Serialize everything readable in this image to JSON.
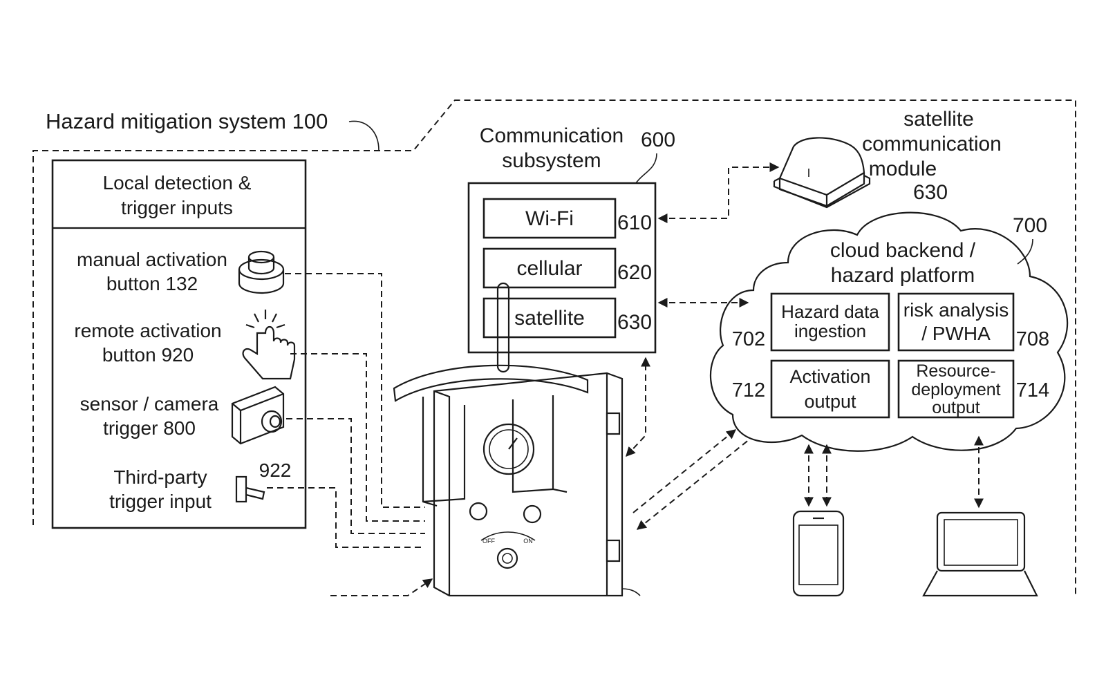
{
  "system_title": "Hazard mitigation system 100",
  "local_panel": {
    "header_line1": "Local detection &",
    "header_line2": "trigger inputs",
    "items": [
      {
        "line1": "manual activation",
        "line2": "button 132"
      },
      {
        "line1": "remote activation",
        "line2": "button 920"
      },
      {
        "line1": "sensor / camera",
        "line2": "trigger 800"
      },
      {
        "line1": "Third-party",
        "line2": "trigger input",
        "ref": "922"
      }
    ]
  },
  "comm": {
    "title_line1": "Communication",
    "title_line2": "subsystem",
    "ref": "600",
    "channels": [
      {
        "label": "Wi-Fi",
        "ref": "610"
      },
      {
        "label": "cellular",
        "ref": "620"
      },
      {
        "label": "satellite",
        "ref": "630"
      }
    ]
  },
  "satellite_module": {
    "line1": "satellite",
    "line2": "communication",
    "line3": "module",
    "ref": "630"
  },
  "cloud": {
    "title_line1": "cloud backend /",
    "title_line2": "hazard platform",
    "ref": "700",
    "blocks": [
      {
        "line1": "Hazard data",
        "line2": "ingestion",
        "ref": "702"
      },
      {
        "line1": "risk analysis",
        "line2": "/ PWHA",
        "ref": "708"
      },
      {
        "line1": "Activation",
        "line2": "output",
        "ref": "712"
      },
      {
        "line1": "Resource-",
        "line2": "deployment",
        "line3": "output",
        "ref": "714"
      }
    ]
  },
  "device_switch": {
    "off_label": "OFF",
    "on_label": "ON"
  }
}
